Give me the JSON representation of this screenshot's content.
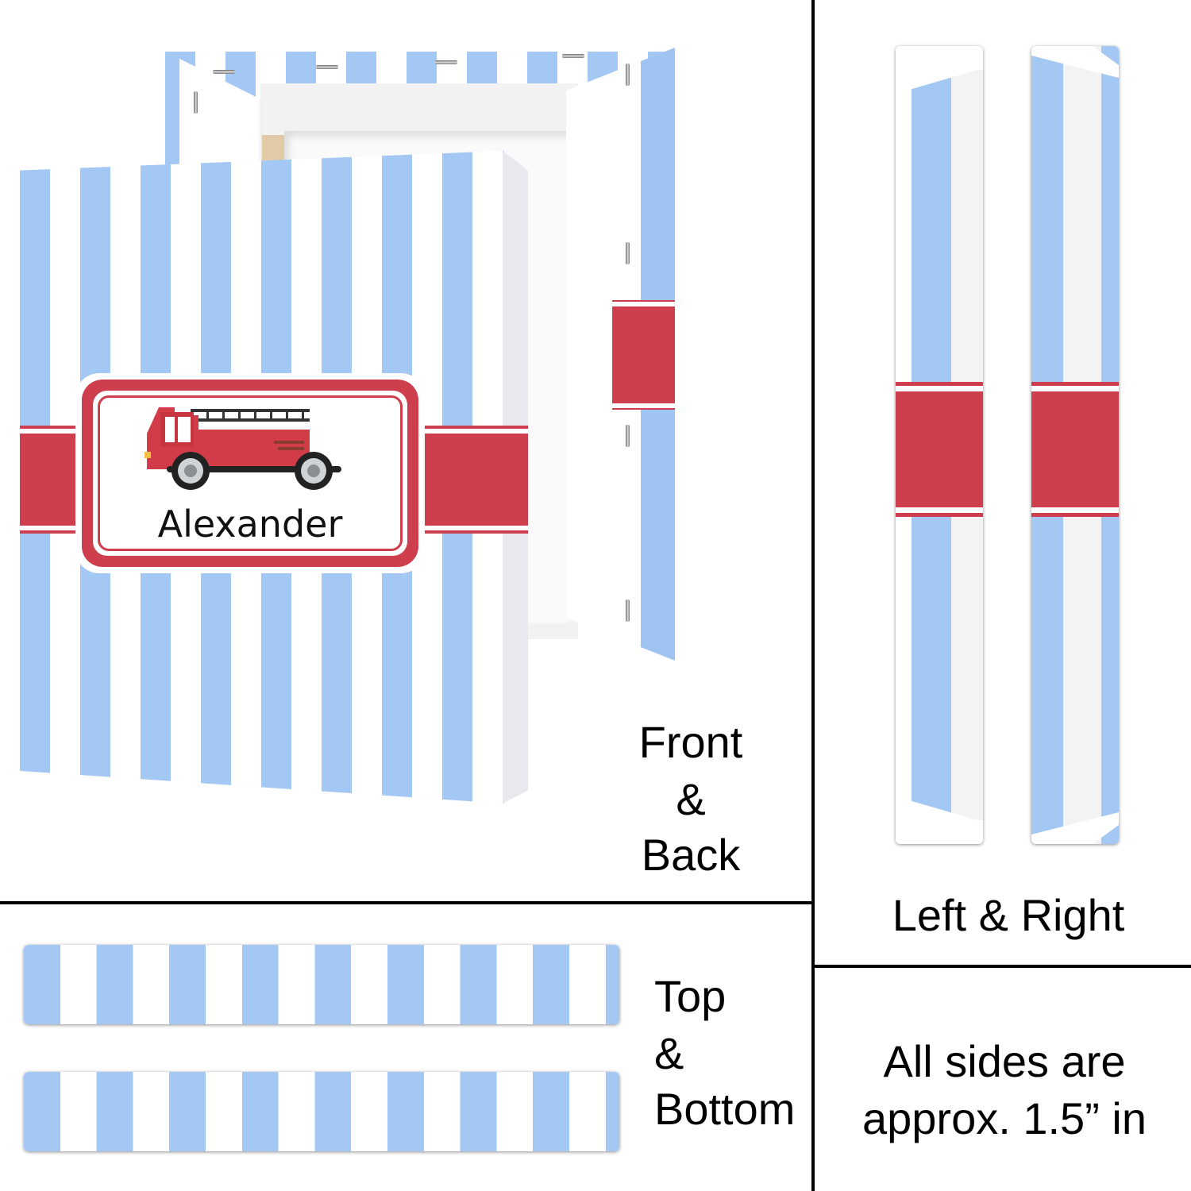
{
  "canvas": {
    "front_name": "Alexander",
    "labels": {
      "front_back": [
        "Front",
        "&",
        "Back"
      ],
      "top_bottom": [
        "Top",
        "&",
        "Bottom"
      ],
      "left_right": "Left & Right",
      "note": [
        "All sides are",
        "approx. 1.5” in"
      ]
    },
    "icons": [
      "fire-truck-icon"
    ],
    "colors": {
      "stripe_blue": "#a3c8f3",
      "band_red": "#cf3e4c",
      "frame_red": "#cf3e4c",
      "divider": "#000000"
    }
  }
}
